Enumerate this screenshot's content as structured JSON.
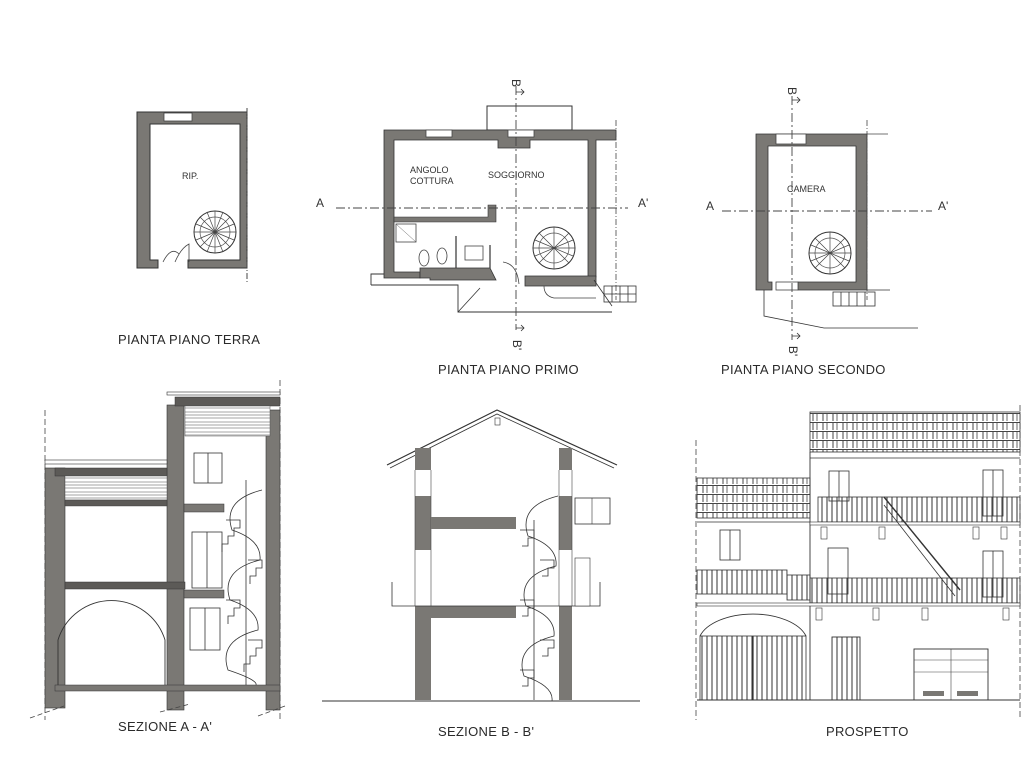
{
  "sheet": {
    "colors": {
      "wall_fill": "#7a7874",
      "line": "#3a3a3a",
      "background": "#ffffff"
    },
    "plans": [
      {
        "id": "ground",
        "caption": "PIANTA PIANO TERRA",
        "rooms": [
          "RIP."
        ]
      },
      {
        "id": "first",
        "caption": "PIANTA PIANO PRIMO",
        "rooms": [
          "ANGOLO",
          "COTTURA",
          "SOGGIORNO"
        ],
        "section_marks": {
          "a_left": "A",
          "a_right": "A'",
          "b_top": "B",
          "b_bottom": "B'"
        }
      },
      {
        "id": "second",
        "caption": "PIANTA PIANO SECONDO",
        "rooms": [
          "CAMERA"
        ],
        "section_marks": {
          "a_left": "A",
          "a_right": "A'",
          "b_top": "B",
          "b_bottom": "B'"
        }
      }
    ],
    "sections": [
      {
        "id": "section-aa",
        "caption": "SEZIONE A - A'"
      },
      {
        "id": "section-bb",
        "caption": "SEZIONE B - B'"
      },
      {
        "id": "elevation",
        "caption": "PROSPETTO"
      }
    ]
  }
}
